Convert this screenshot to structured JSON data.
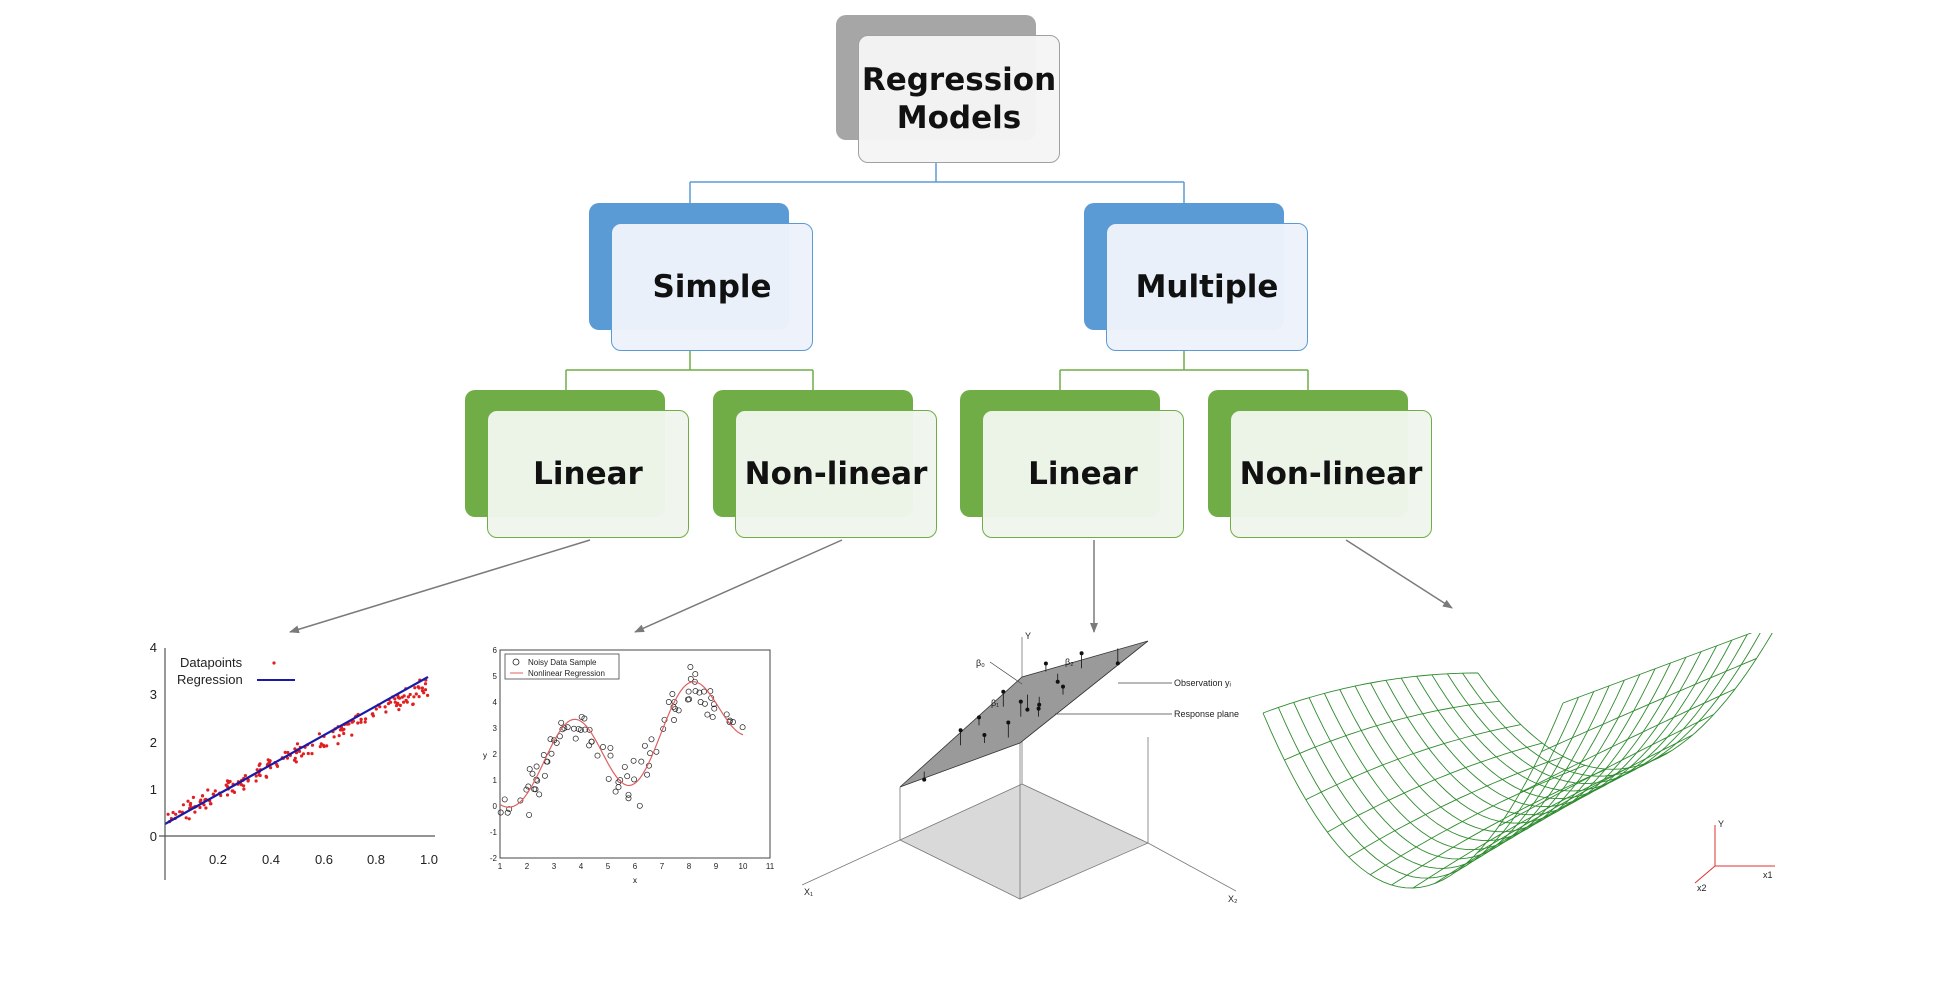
{
  "diagram": {
    "root": {
      "label": "Regression\nModels"
    },
    "level1": [
      {
        "label": "Simple",
        "children": [
          {
            "label": "Linear"
          },
          {
            "label": "Non-linear"
          }
        ]
      },
      {
        "label": "Multiple",
        "children": [
          {
            "label": "Linear"
          },
          {
            "label": "Non-linear"
          }
        ]
      }
    ]
  },
  "colors": {
    "root_back": "#a6a6a6",
    "level1_back": "#5b9bd5",
    "level2_back": "#70ad47",
    "simple_data_points": "#e02020",
    "simple_fit_line": "#1a1aa8",
    "nonlinear_fit_line": "#e06060",
    "surface_mesh": "#2e8b2e"
  },
  "illustrations": {
    "simple_linear": {
      "legend": [
        "Datapoints",
        "Regression"
      ],
      "y_ticks": [
        "0",
        "1",
        "2",
        "3",
        "4"
      ],
      "x_ticks": [
        "0.2",
        "0.4",
        "0.6",
        "0.8",
        "1.0"
      ]
    },
    "simple_nonlinear": {
      "legend": [
        "Noisy Data Sample",
        "Nonlinear Regression"
      ],
      "y_ticks": [
        "-2",
        "-1",
        "0",
        "1",
        "2",
        "3",
        "4",
        "5",
        "6"
      ],
      "x_ticks": [
        "1",
        "2",
        "3",
        "4",
        "5",
        "6",
        "7",
        "8",
        "9",
        "10",
        "11"
      ],
      "xlabel": "x",
      "ylabel": "y"
    },
    "multiple_linear": {
      "labels": [
        "Y",
        "β₀",
        "β₁",
        "β₂",
        "Observation yᵢ",
        "Response plane",
        "X₁",
        "X₂"
      ]
    },
    "multiple_nonlinear": {
      "axis_labels": [
        "Y",
        "x1",
        "x2"
      ]
    }
  }
}
